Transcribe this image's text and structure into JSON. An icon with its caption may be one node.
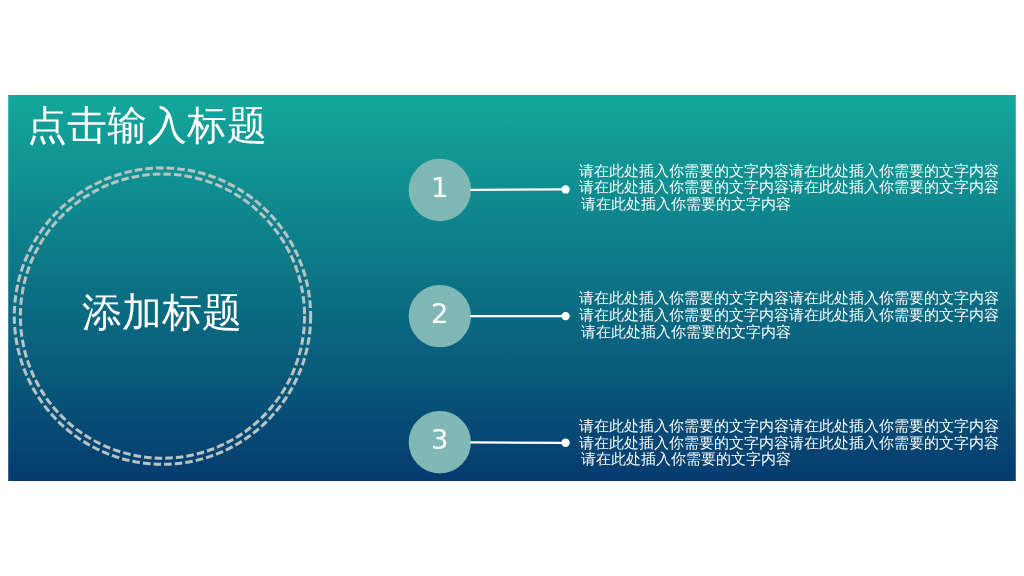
{
  "diagram": {
    "title": "点击输入标题",
    "nodes": [
      {
        "text": [
          "添加标题"
        ]
      },
      {
        "text": [
          "1"
        ]
      },
      {
        "text": [
          "请在此处插入你需要的文字内容请在此处插入你需要的文字内容请在此处插入你需要的文字内容请在此处插入你需要的文字内容请在此处插入你需要的文字内容"
        ]
      },
      {
        "text": [
          "2"
        ]
      },
      {
        "text": [
          "请在此处插入你需要的文字内容请在此处插入你需要的文字内容请在此处插入你需要的文字内容请在此处插入你需要的文字内容请在此处插入你需要的文字内容"
        ]
      },
      {
        "text": [
          "3"
        ]
      },
      {
        "text": [
          "请在此处插入你需要的文字内容请在此处插入你需要的文字内容请在此处插入你需要的文字内容请在此处插入你需要的文字内容请在此处插入你需要的文字内容"
        ]
      }
    ],
    "edges": [
      {
        "from": 1,
        "to": 2,
        "arrow": "other"
      },
      {
        "from": 3,
        "to": 4,
        "arrow": "other"
      },
      {
        "from": 5,
        "to": 6,
        "arrow": "other"
      }
    ]
  }
}
